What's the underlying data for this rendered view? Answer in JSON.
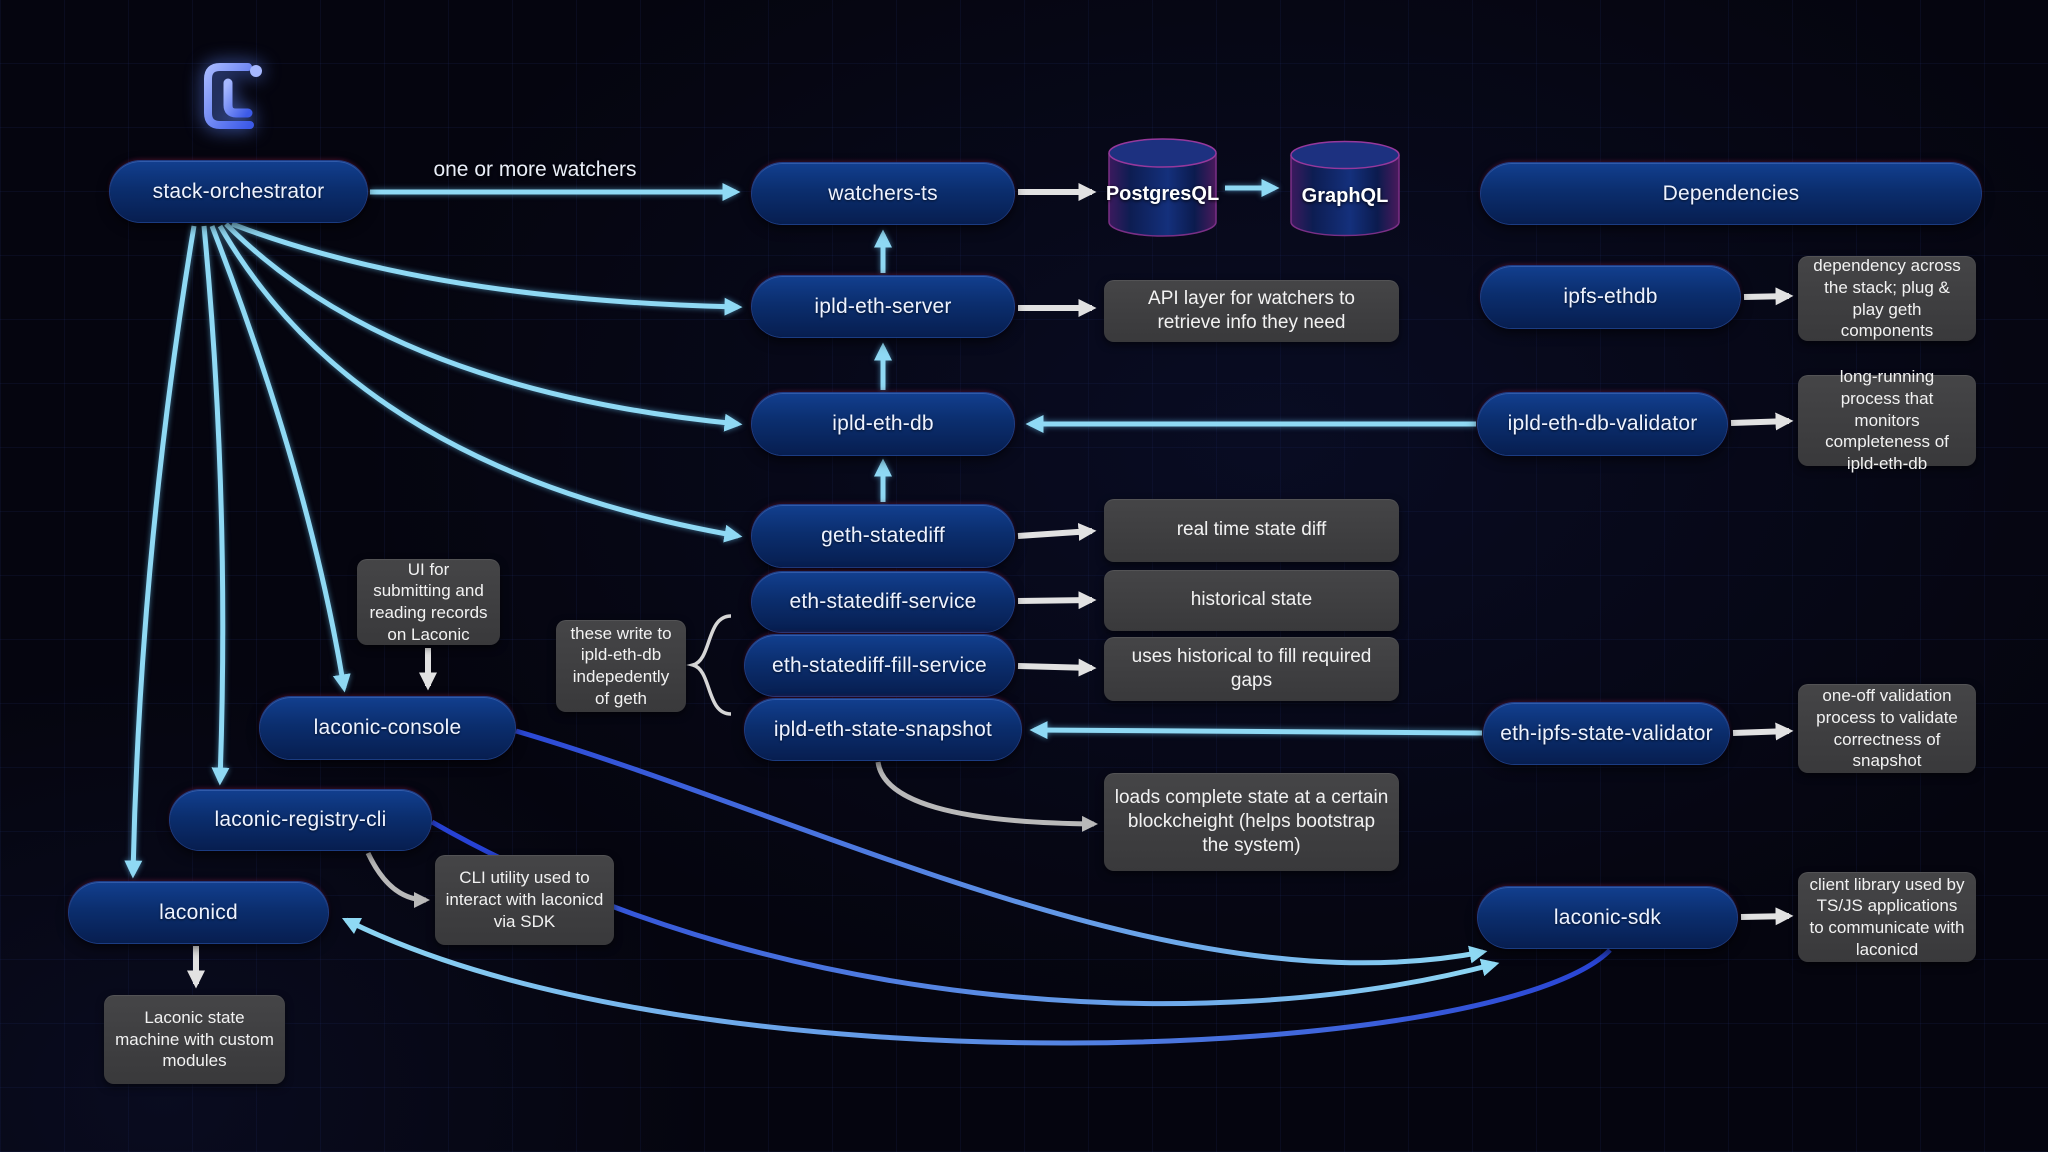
{
  "nodes": {
    "stack_orchestrator": "stack-orchestrator",
    "watchers_ts": "watchers-ts",
    "ipld_eth_server": "ipld-eth-server",
    "ipld_eth_db": "ipld-eth-db",
    "geth_statediff": "geth-statediff",
    "eth_statediff_service": "eth-statediff-service",
    "eth_statediff_fill_service": "eth-statediff-fill-service",
    "ipld_eth_state_snapshot": "ipld-eth-state-snapshot",
    "laconic_console": "laconic-console",
    "laconic_registry_cli": "laconic-registry-cli",
    "laconicd": "laconicd",
    "dependencies_header": "Dependencies",
    "ipfs_ethdb": "ipfs-ethdb",
    "ipld_eth_db_validator": "ipld-eth-db-validator",
    "eth_ipfs_state_validator": "eth-ipfs-state-validator",
    "laconic_sdk": "laconic-sdk"
  },
  "databases": {
    "postgres": "PostgresQL",
    "graphql": "GraphQL"
  },
  "labels": {
    "watchers": "one or more watchers"
  },
  "notes": {
    "api_layer": "API layer for watchers to retrieve info they need",
    "real_time": "real time state diff",
    "historical": "historical state",
    "gaps": "uses historical to fill required gaps",
    "loads": "loads complete state at a certain blockcheight (helps bootstrap the system)",
    "writes": "these write to ipld-eth-db indepedently of geth",
    "ui_submitting": "UI for submitting and reading records on Laconic",
    "cli_utility": "CLI utility used to interact with laconicd via SDK",
    "laconic_state": "Laconic state machine with custom modules",
    "dependency_across": "dependency across the stack; plug & play geth components",
    "long_running": "long-running process that monitors completeness of ipld-eth-db",
    "one_off": "one-off validation process to validate correctness of snapshot",
    "client_library": "client library used by TS/JS applications to communicate with laconicd"
  },
  "colors": {
    "node_fill": "#0b2e6e",
    "arrow_cyan": "#8fd9f4",
    "arrow_white": "#e2e2e2",
    "arrow_gray": "#b9b9b9",
    "arrow_blue": "#2742d4",
    "note_fill": "#3e3e40"
  }
}
